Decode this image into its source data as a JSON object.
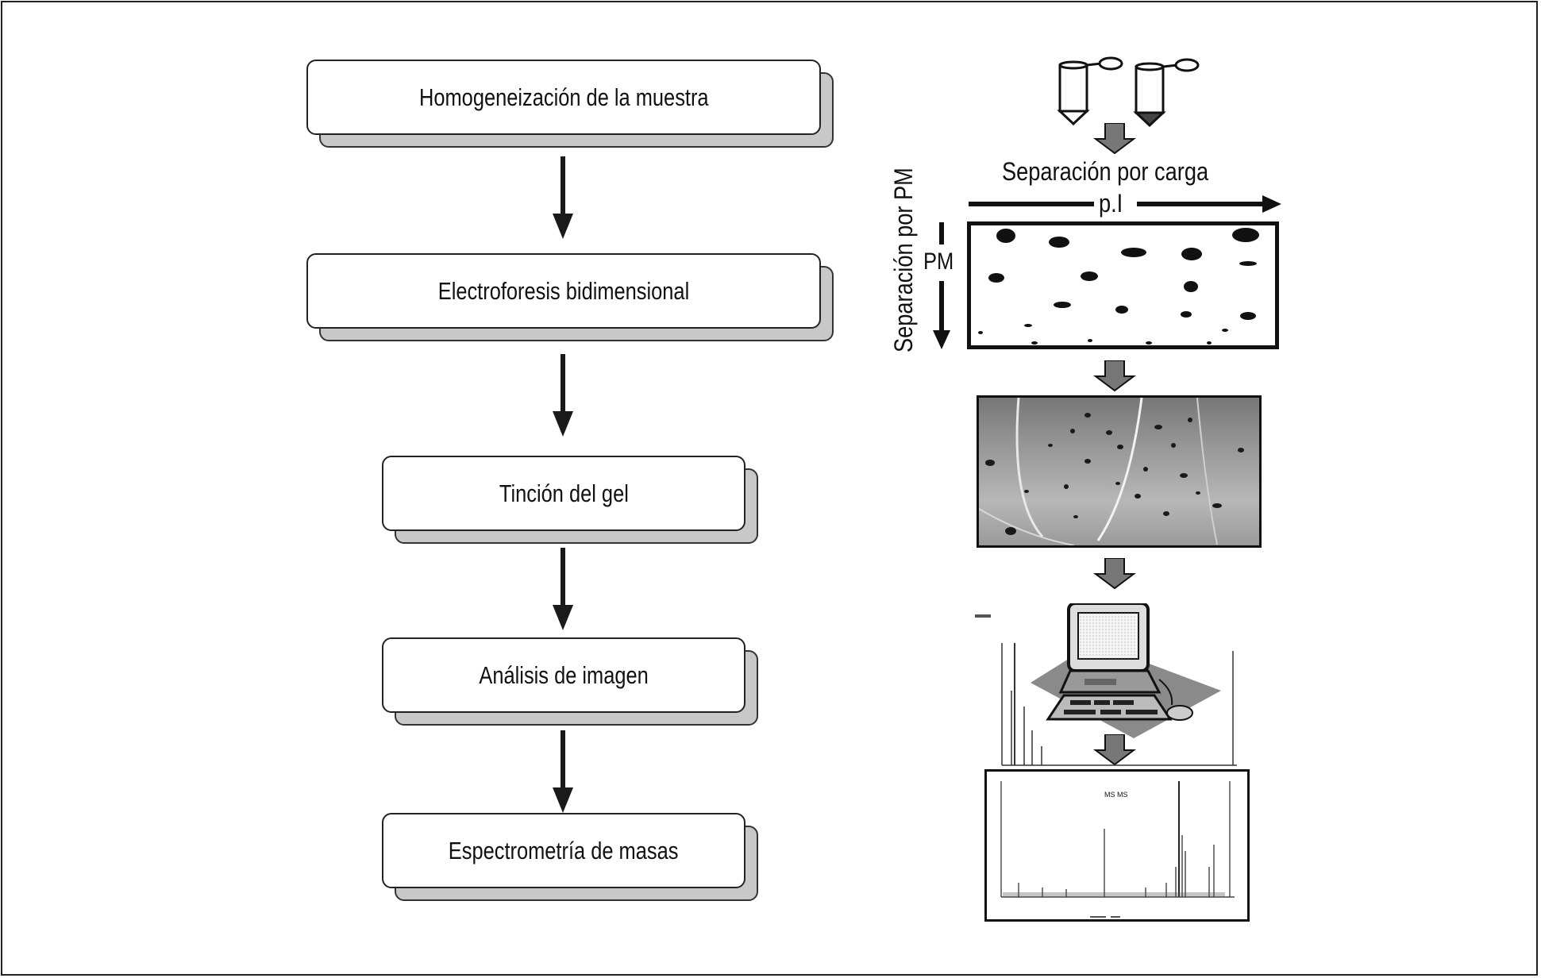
{
  "steps": [
    {
      "label": "Homogeneización de la muestra"
    },
    {
      "label": "Electroforesis bidimensional"
    },
    {
      "label": "Tinción del gel"
    },
    {
      "label": "Análisis de imagen"
    },
    {
      "label": "Espectrometría de masas"
    }
  ],
  "gel": {
    "charge_label": "Separación por carga",
    "pi_label": "p.I",
    "mw_label": "Separación por PM",
    "pm_label": "PM"
  },
  "spectrum": {
    "label": "MS MS"
  },
  "colors": {
    "box_fill": "#ffffff",
    "box_shadow": "#c8c8c8",
    "arrow": "#1a1a1a",
    "gray_arrow": "#777777"
  }
}
